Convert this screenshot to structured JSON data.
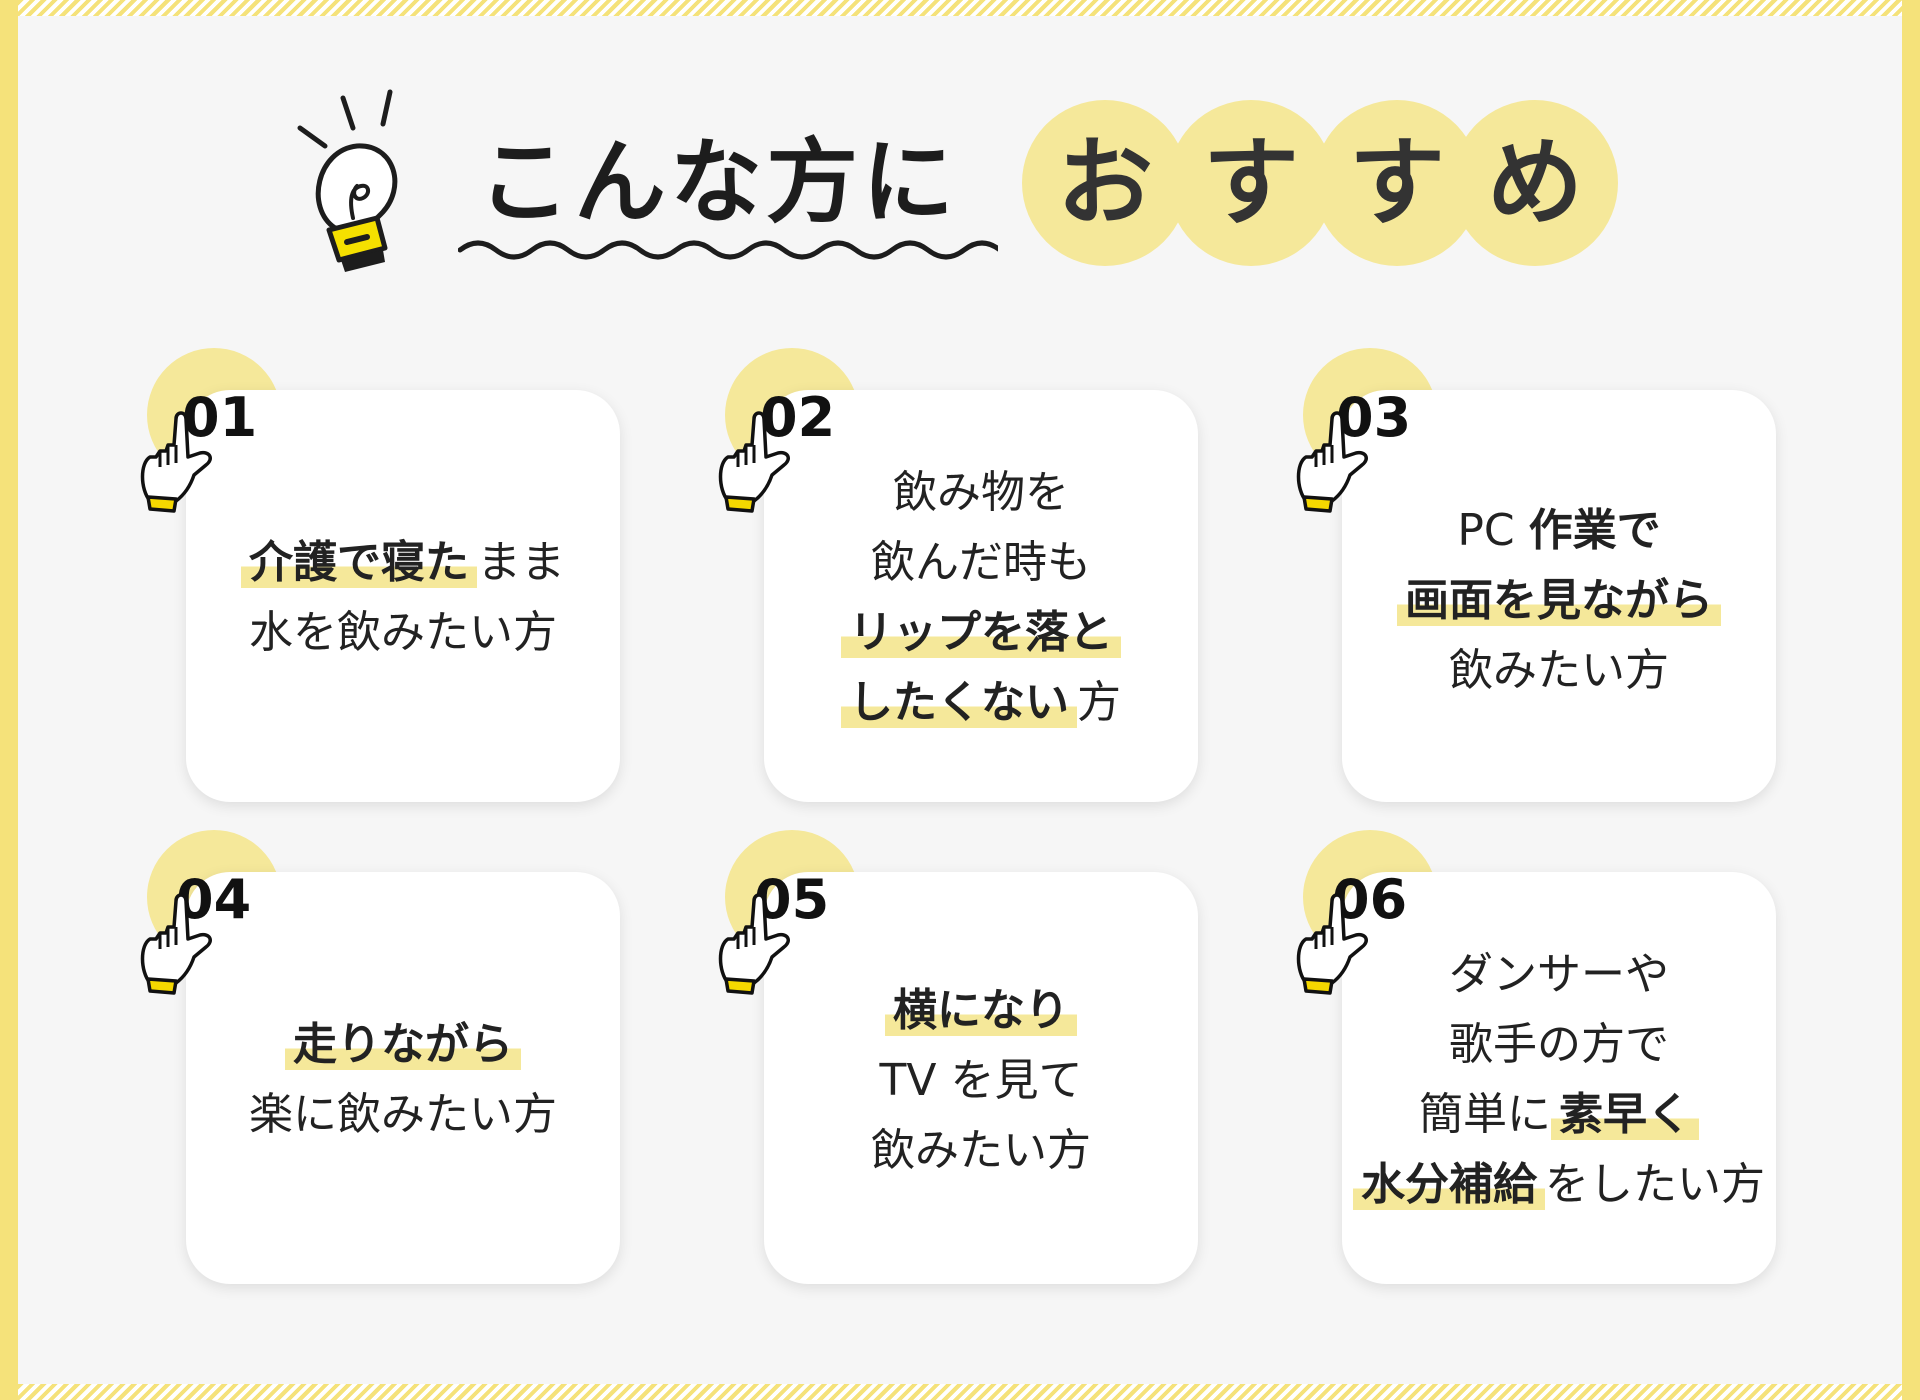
{
  "header": {
    "title": "こんな方に",
    "highlight_chars": [
      "お",
      "す",
      "す",
      "め"
    ]
  },
  "colors": {
    "accent": "#f5e89a",
    "stripe": "#f5e27a",
    "card": "#ffffff",
    "background": "#f6f6f6"
  },
  "icons": {
    "header": "lightbulb-icon",
    "card": "pointing-hand-icon"
  },
  "cards": [
    {
      "number": "01",
      "lines": [
        {
          "bold": "介護で寝た",
          "rest": "まま"
        },
        {
          "text": "水を飲みたい方"
        }
      ]
    },
    {
      "number": "02",
      "lines": [
        {
          "text": "飲み物を"
        },
        {
          "text": "飲んだ時も"
        },
        {
          "bold": "リップを落と"
        },
        {
          "bold": "したくない",
          "rest": "方"
        }
      ]
    },
    {
      "number": "03",
      "lines": [
        {
          "text": "PC ",
          "bold": "作業で"
        },
        {
          "bold": "画面を見ながら"
        },
        {
          "text": "飲みたい方"
        }
      ]
    },
    {
      "number": "04",
      "lines": [
        {
          "bold": "走りながら"
        },
        {
          "text": "楽に飲みたい方"
        }
      ]
    },
    {
      "number": "05",
      "lines": [
        {
          "bold": "横になり"
        },
        {
          "text": "TV を見て"
        },
        {
          "text": "飲みたい方"
        }
      ]
    },
    {
      "number": "06",
      "lines": [
        {
          "text": "ダンサーや"
        },
        {
          "text": "歌手の方で"
        },
        {
          "text": "簡単に",
          "bold": "素早く"
        },
        {
          "bold": "水分補給",
          "rest": "をしたい方"
        }
      ]
    }
  ]
}
